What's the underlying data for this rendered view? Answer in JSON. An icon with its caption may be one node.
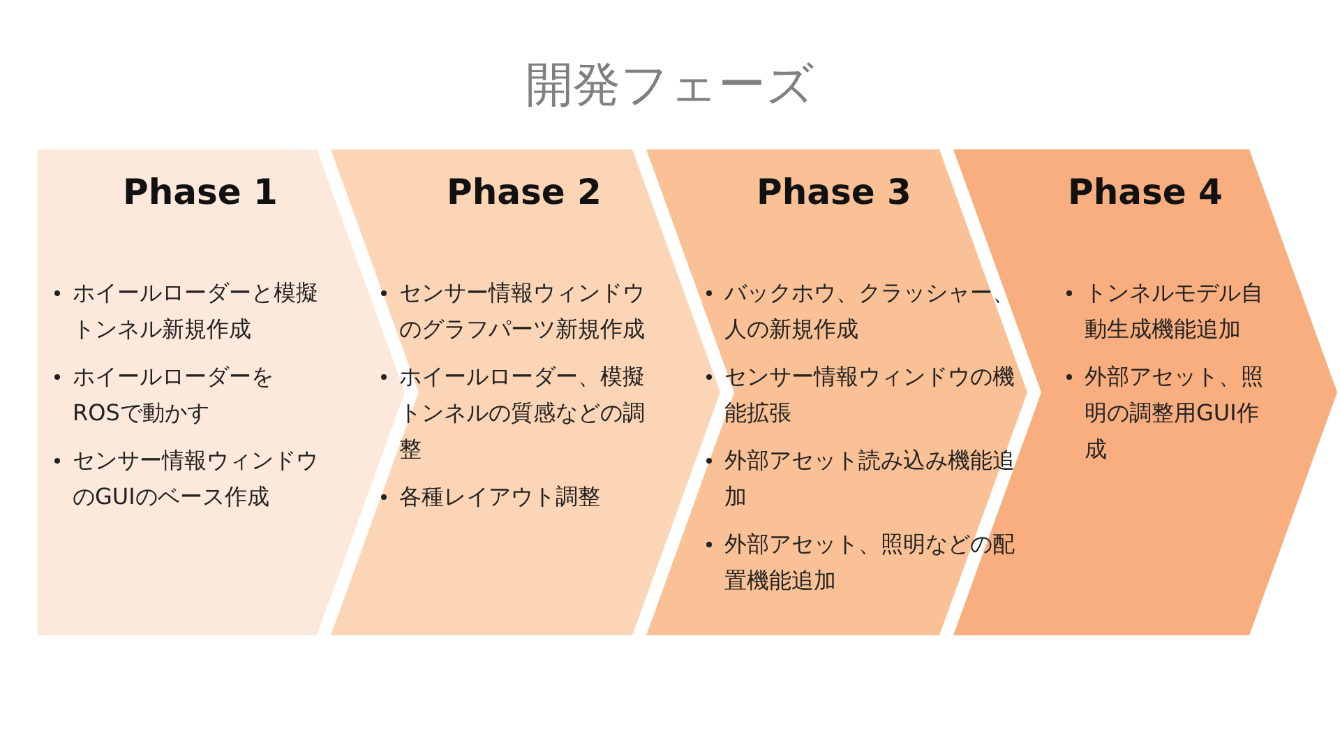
{
  "diagram": {
    "title": "開発フェーズ",
    "nodes": [
      {
        "text": [
          "Phase 1",
          "ホイールローダーと模擬トンネル新規作成",
          "ホイールローダーをROSで動かす",
          "センサー情報ウィンドウのGUIのベース作成"
        ]
      },
      {
        "text": [
          "Phase 2",
          "センサー情報ウィンドウのグラフパーツ新規作成",
          "ホイールローダー、模擬トンネルの質感などの調整",
          "各種レイアウト調整"
        ]
      },
      {
        "text": [
          "Phase 3",
          "バックホウ、クラッシャー、人の新規作成",
          "センサー情報ウィンドウの機能拡張",
          "外部アセット読み込み機能追加",
          "外部アセット、照明などの配置機能追加"
        ]
      },
      {
        "text": [
          "Phase 4",
          "トンネルモデル自動生成機能追加",
          "外部アセット、照明の調整用GUI作成"
        ]
      }
    ]
  }
}
